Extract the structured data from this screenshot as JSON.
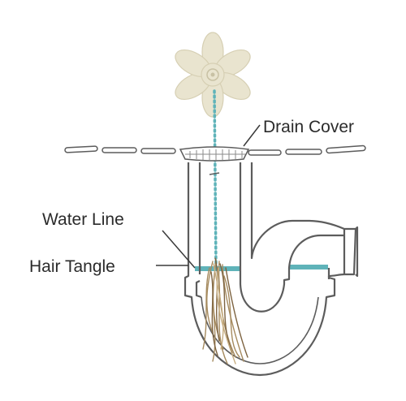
{
  "labels": {
    "drain_cover": "Drain Cover",
    "water_line": "Water Line",
    "hair_tangle": "Hair Tangle"
  },
  "colors": {
    "pipe_outline": "#5c5c5c",
    "water": "#5fb3b9",
    "chain": "#5fb3b9",
    "flower": "#e9e4cf",
    "hair": "#a58a5e",
    "leader_line": "#3a3a3a"
  }
}
